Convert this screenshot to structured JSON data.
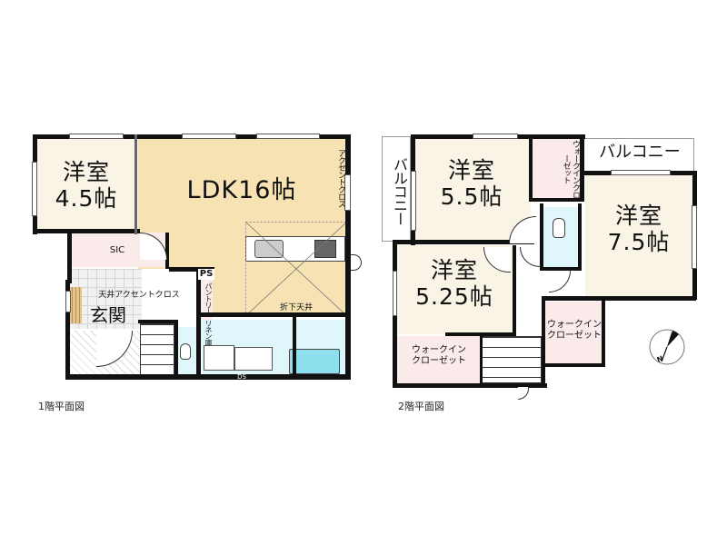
{
  "floor1": {
    "caption": "1階平面図",
    "rooms": {
      "western_room": {
        "name": "洋室",
        "size": "4.5帖"
      },
      "ldk": {
        "name": "LDK16帖"
      },
      "sic": {
        "name": "SIC"
      },
      "entrance": {
        "name": "玄関"
      },
      "ps": {
        "name": "PS"
      },
      "pantry": {
        "name": "パントリー"
      },
      "linen": {
        "name": "リネン庫"
      },
      "ds": {
        "name": "DS"
      }
    },
    "notes": {
      "ceiling_accent": "天井アクセントクロス",
      "wall_accent": "アクセントクロス",
      "lowered_ceiling": "折下天井"
    }
  },
  "floor2": {
    "caption": "2階平面図",
    "rooms": {
      "western_55": {
        "name": "洋室",
        "size": "5.5帖"
      },
      "western_75": {
        "name": "洋室",
        "size": "7.5帖"
      },
      "western_525": {
        "name": "洋室",
        "size": "5.25帖"
      },
      "balcony_left": {
        "name": "バルコニー"
      },
      "balcony_top": {
        "name": "バルコニー"
      },
      "wic_top": {
        "name": "ウォークインクローゼット"
      },
      "wic_bottom_left": {
        "line1": "ウォークイン",
        "line2": "クローゼット"
      },
      "wic_bottom_right": {
        "line1": "ウォークイン",
        "line2": "クローゼット"
      }
    }
  },
  "compass": {
    "label": "N"
  },
  "colors": {
    "wood": "#f6e2b2",
    "room": "#faf4e6",
    "closet": "#fbeaea",
    "wet": "#dff7fb",
    "bath": "#8fe0ef",
    "wall": "#111111"
  }
}
